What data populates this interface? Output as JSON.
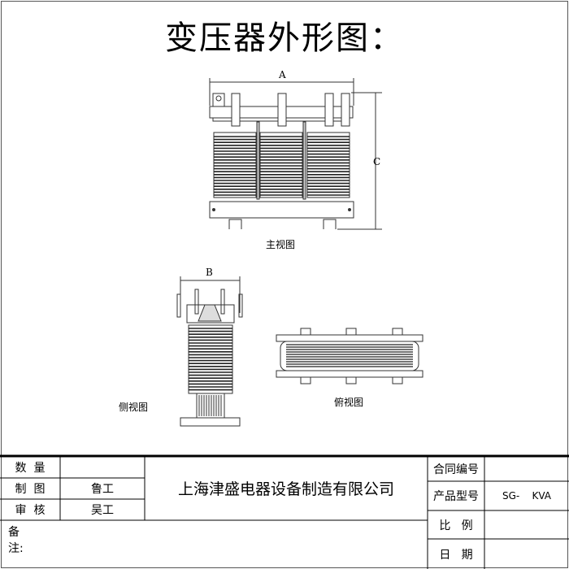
{
  "title": "变压器外形图：",
  "views": {
    "front": "主视图",
    "side": "侧视图",
    "top": "俯视图"
  },
  "dimensions": {
    "a": "A",
    "b": "B",
    "c": "C"
  },
  "title_block": {
    "quantity_label": "数  量",
    "quantity_value": "",
    "drawn_label": "制  图",
    "drawn_value": "鲁工",
    "checked_label": "审  核",
    "checked_value": "吴工",
    "company": "上海津盛电器设备制造有限公司",
    "remarks_label": "备注:",
    "contract_label": "合同编号",
    "contract_value": "",
    "model_label": "产品型号",
    "model_value": "SG-    KVA",
    "scale_label": "比   例",
    "scale_value": "",
    "date_label": "日   期",
    "date_value": ""
  }
}
